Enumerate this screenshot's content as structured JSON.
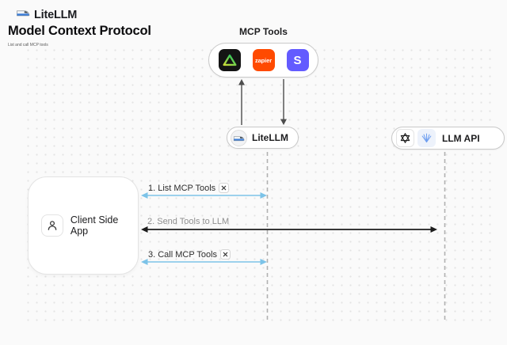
{
  "brand": {
    "name": "LiteLLM",
    "icon": "train-icon"
  },
  "title": {
    "heading": "Model Context Protocol",
    "subheading": "List and call MCP tools"
  },
  "mcp_group": {
    "label": "MCP Tools",
    "tools": [
      {
        "icon": "triangle-logo-icon"
      },
      {
        "icon": "zapier-icon",
        "text": "zapier"
      },
      {
        "icon": "stripe-icon",
        "text": "S"
      }
    ]
  },
  "nodes": {
    "litellm": {
      "label": "LiteLLM",
      "icon": "train-icon"
    },
    "llm_api": {
      "label": "LLM API",
      "icons": [
        "openai-icon",
        "provider-fan-icon"
      ]
    },
    "client": {
      "label": "Client Side App",
      "icon": "person-icon"
    }
  },
  "sequence": {
    "steps": [
      {
        "label": "1. List MCP Tools",
        "badge_icon": "hammer-wrench-icon"
      },
      {
        "label": "2. Send Tools to LLM"
      },
      {
        "label": "3. Call MCP Tools",
        "badge_icon": "hammer-wrench-icon"
      }
    ]
  },
  "colors": {
    "background": "#fafafa",
    "arrow_blue": "#7cc3e8",
    "arrow_dark": "#1c1c1c",
    "lifeline_gray": "#b1b1b1",
    "zapier_orange": "#ff4a00",
    "stripe_purple": "#635bff",
    "triangle_green_gradient": [
      "#cddc39",
      "#22c55e"
    ]
  }
}
